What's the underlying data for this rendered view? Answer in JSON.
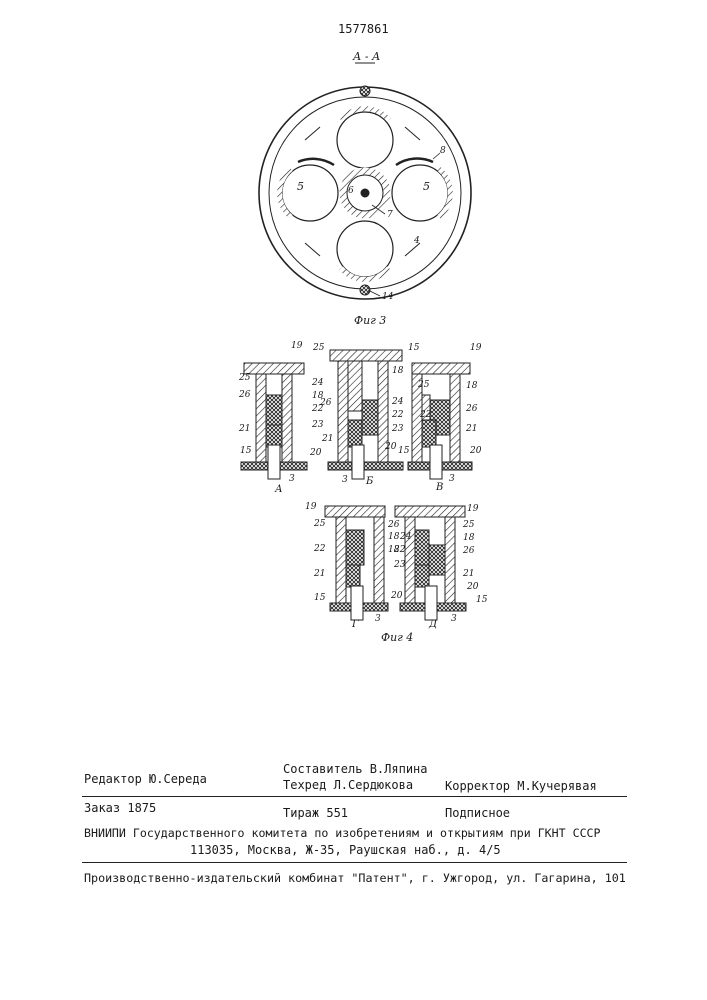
{
  "doc_number": "1577861",
  "section_label": "А - А",
  "fig3": {
    "caption": "Фиг 3",
    "labels": {
      "n8a": "8",
      "n5l": "5",
      "n5r": "5",
      "n6": "6",
      "n7": "7",
      "n4": "4",
      "n14": "14"
    }
  },
  "fig4": {
    "caption": "Фиг 4",
    "view_a": {
      "letter": "А",
      "l19": "19",
      "l25": "25",
      "l26": "26",
      "l24": "24",
      "l18": "18",
      "l22": "22",
      "l23": "23",
      "l21": "21",
      "l20": "20",
      "l15": "15",
      "l3": "3"
    },
    "view_b": {
      "letter": "Б",
      "l25": "25",
      "l15a": "15",
      "l18": "18",
      "l26": "26",
      "l24": "24",
      "l22": "22",
      "l23": "23",
      "l21": "21",
      "l20": "20",
      "l15b": "15",
      "l3": "3"
    },
    "view_v": {
      "letter": "В",
      "l19": "19",
      "l25": "25",
      "l18": "18",
      "l26": "26",
      "l22": "22",
      "l21": "21",
      "l20": "20",
      "l3": "3"
    },
    "view_g": {
      "letter": "Г",
      "l19": "19",
      "l25": "25",
      "l22": "22",
      "l21": "21",
      "l15": "15",
      "l20": "20",
      "l3": "3",
      "l26": "26",
      "l18a": "18",
      "l18b": "18"
    },
    "view_d": {
      "letter": "Д",
      "l19": "19",
      "l24": "24",
      "l22": "22",
      "l23": "23",
      "l21": "21",
      "l25": "25",
      "l18": "18",
      "l26": "26",
      "l20": "20",
      "l15": "15",
      "l3": "3"
    }
  },
  "colophon": {
    "editor": "Редактор Ю.Середа",
    "compiler": "Составитель В.Ляпина",
    "techred": "Техред Л.Сердюкова",
    "corrector": "Корректор М.Кучерявая",
    "order": "Заказ 1875",
    "circulation": "Тираж 551",
    "subscription": "Подписное",
    "institute": "ВНИИПИ Государственного комитета по изобретениям и открытиям при ГКНТ СССР",
    "address": "113035, Москва, Ж-35, Раушская наб., д. 4/5",
    "publisher": "Производственно-издательский комбинат \"Патент\", г. Ужгород, ул. Гагарина, 101"
  }
}
